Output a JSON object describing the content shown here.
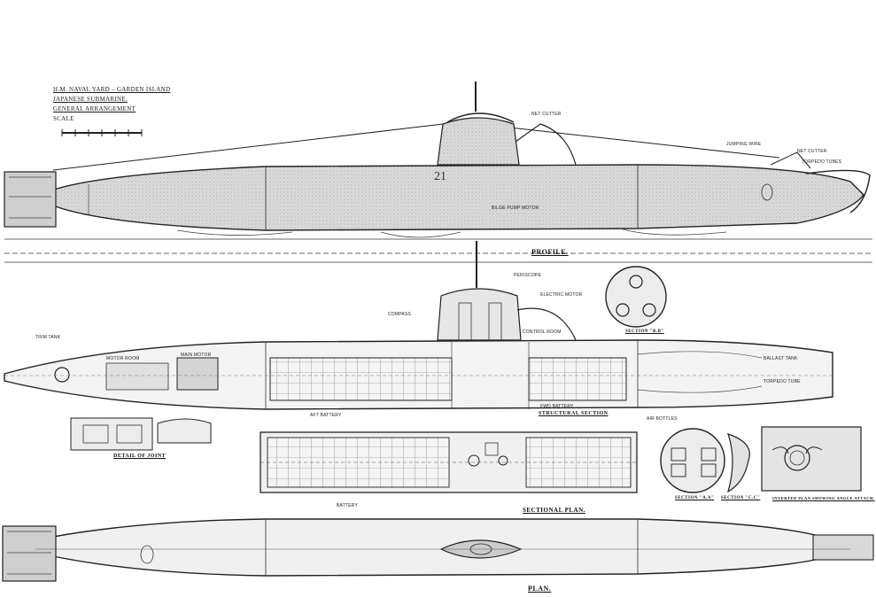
{
  "title_block": {
    "line1": "H.M. NAVAL YARD – GARDEN ISLAND",
    "line2": "JAPANESE SUBMARINE.",
    "line3": "GENERAL ARRANGEMENT",
    "scale": "SCALE"
  },
  "views": {
    "profile": "PROFILE.",
    "structural_section": "STRUCTURAL SECTION",
    "sectional_plan": "SECTIONAL PLAN.",
    "plan": "PLAN.",
    "detail_of_joint": "DETAIL OF JOINT",
    "section_aa": "SECTION \"A.A\"",
    "section_bb": "SECTION \"B.B\"",
    "section_cc": "SECTION \"C.C\"",
    "inverted_plan": "INVERTED PLAN SHOWING ANGLE ATTACH."
  },
  "hull_number": "21",
  "labels": {
    "net_cutter": "NET CUTTER",
    "net_cutter_2": "NET CUTTER",
    "jumping_wire": "JUMPING WIRE",
    "bilge_pump": "BILGE PUMP MOTOR",
    "torpedo_tubes": "TORPEDO TUBES",
    "control_room": "CONTROL ROOM",
    "battery": "BATTERY",
    "motor_room": "MOTOR ROOM",
    "periscope": "PERISCOPE",
    "compass": "COMPASS",
    "trim_tank": "TRIM TANK",
    "ballast_tank": "BALLAST TANK",
    "torpedo_tube": "TORPEDO TUBE",
    "main_motor": "MAIN MOTOR",
    "electric_motor": "ELECTRIC MOTOR",
    "air_bottles": "AIR BOTTLES",
    "fwd_battery": "FWD BATTERY",
    "aft_battery": "AFT BATTERY"
  }
}
